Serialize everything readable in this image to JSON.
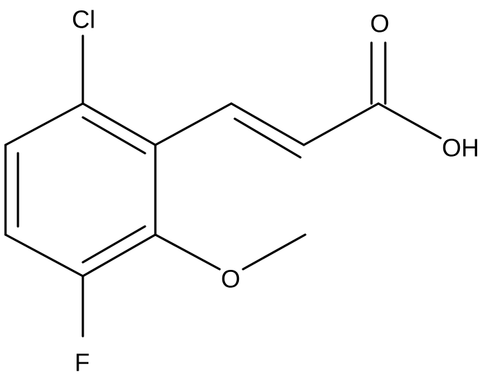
{
  "molecule": {
    "atoms": {
      "chloro": "Cl",
      "fluoro": "F",
      "carbonyl_oxygen": "O",
      "hydroxyl": "OH",
      "methoxy_oxygen": "O"
    },
    "colors": {
      "bond": "#000000",
      "label": "#000000",
      "background": "#ffffff"
    }
  }
}
